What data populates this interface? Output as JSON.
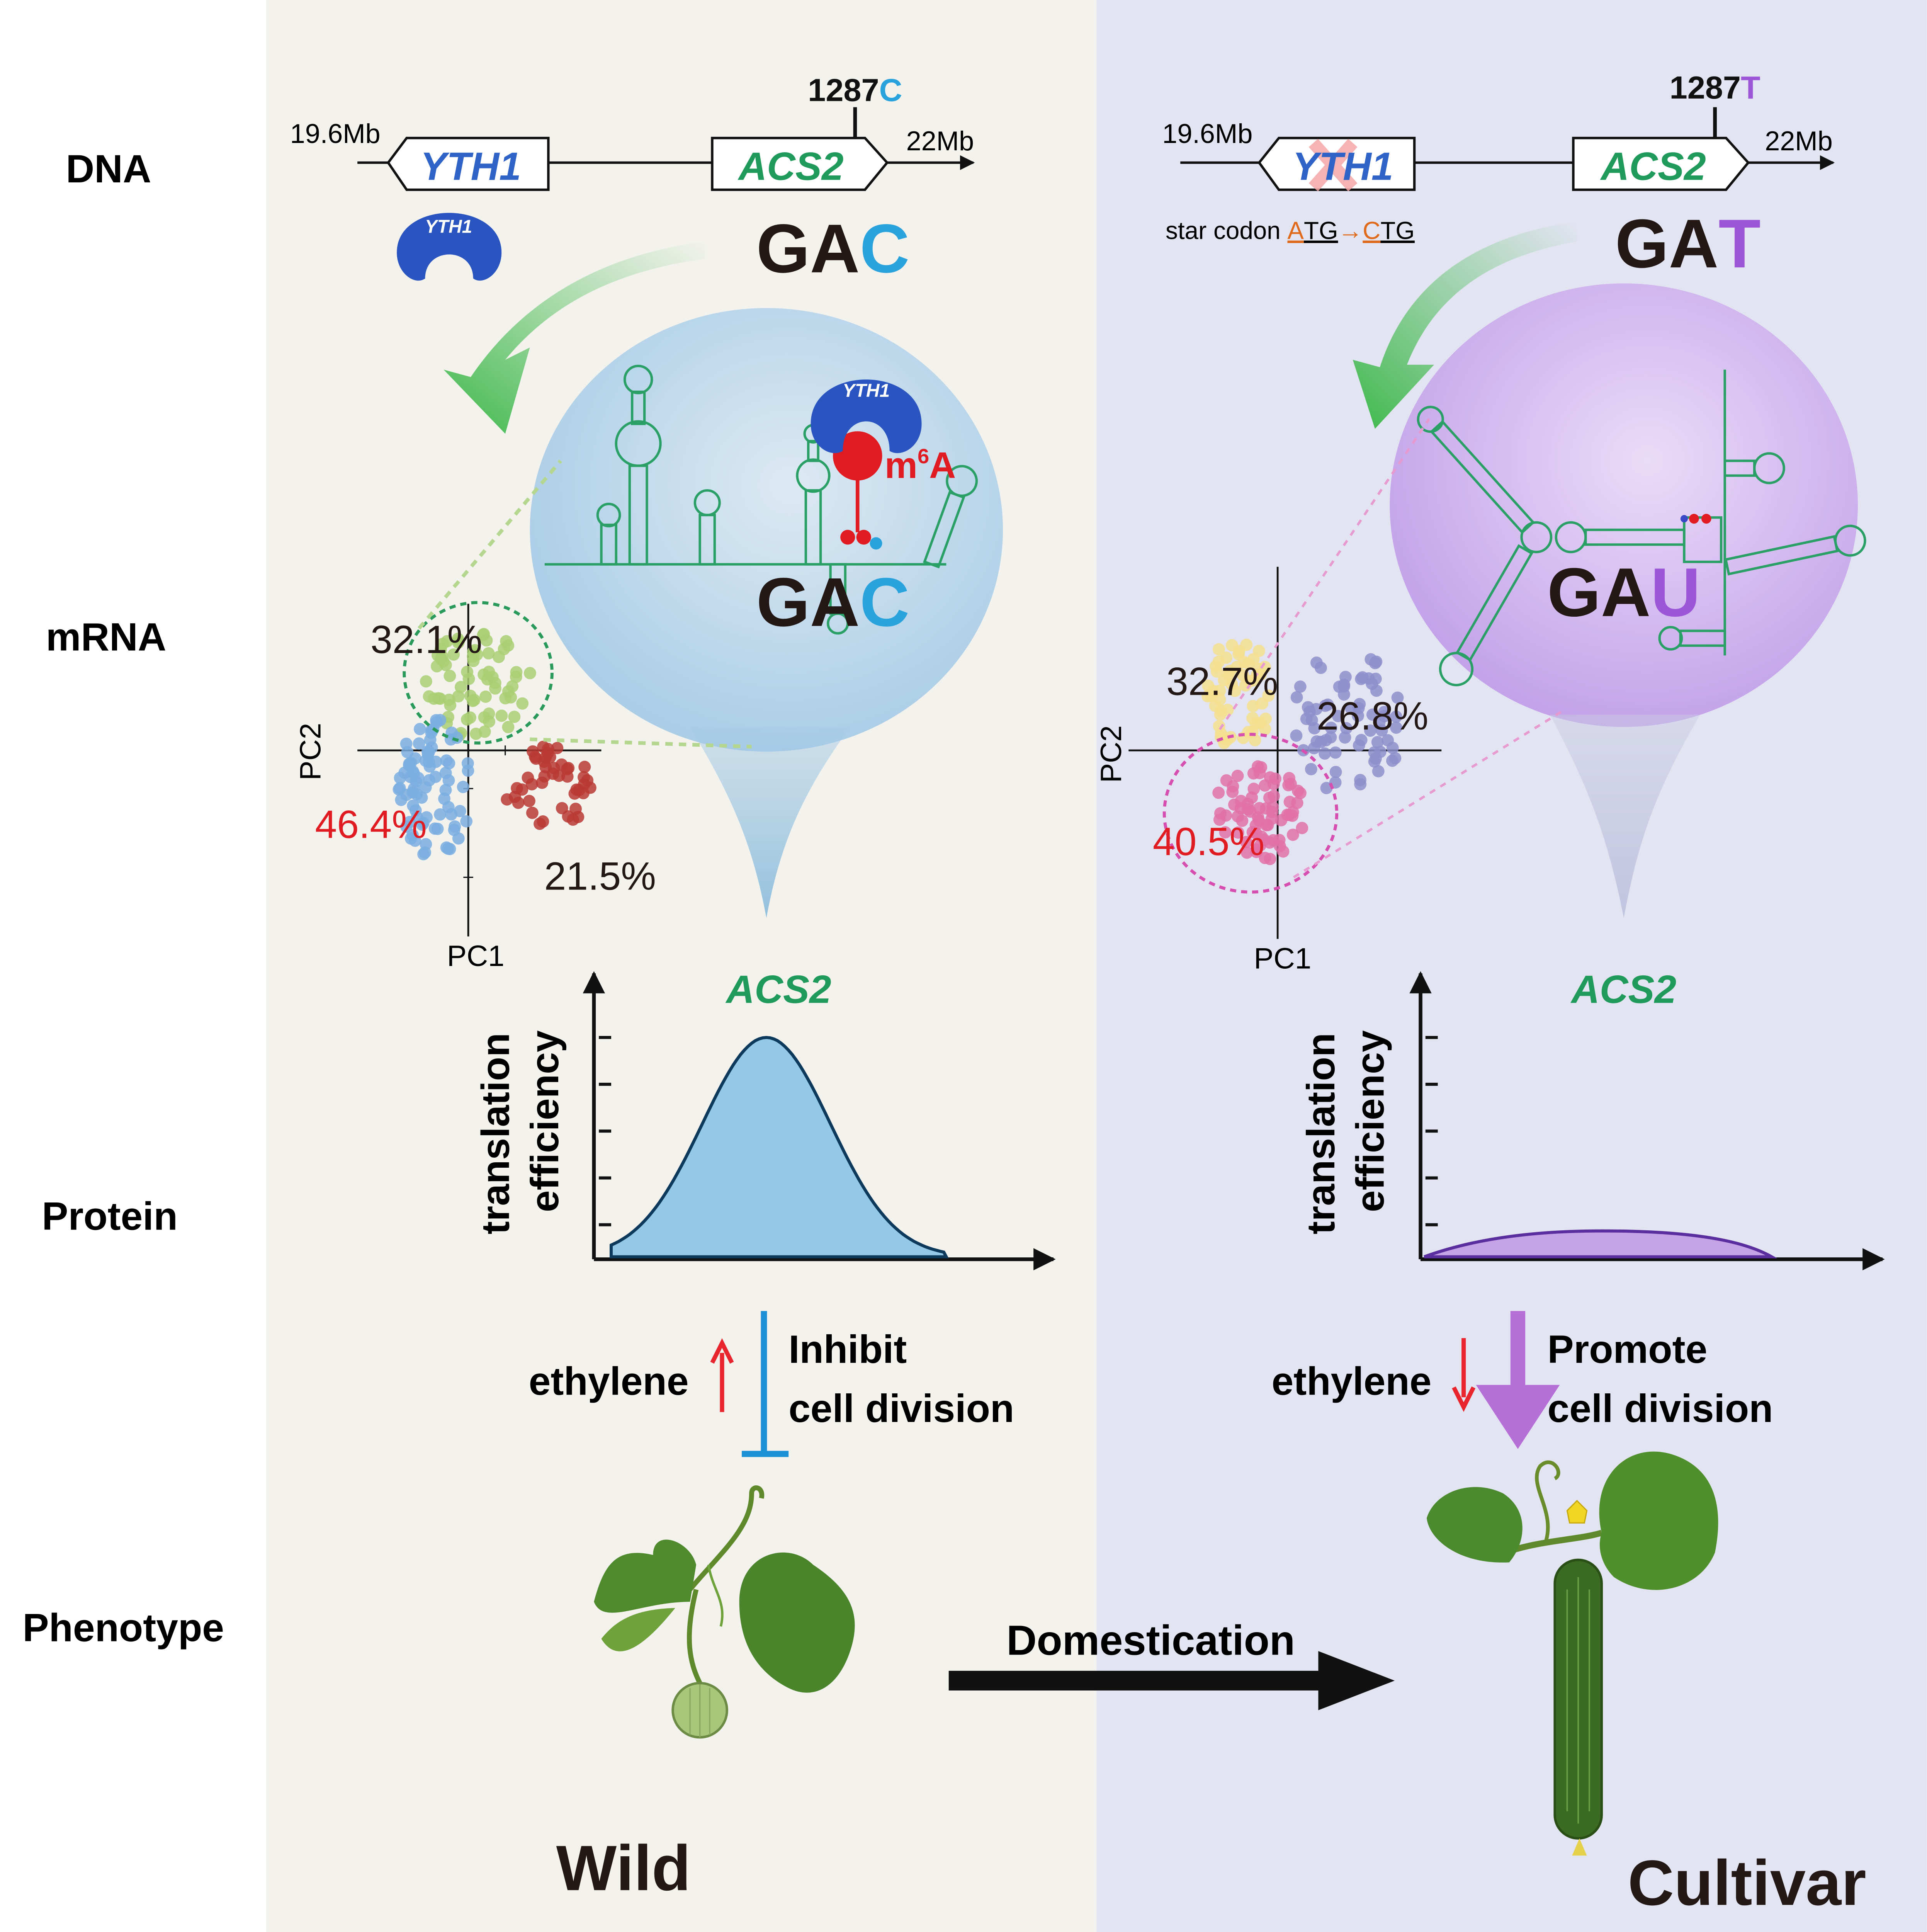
{
  "row_labels": {
    "dna": "DNA",
    "mrna": "mRNA",
    "protein": "Protein",
    "phenotype": "Phenotype"
  },
  "wild": {
    "locus_start": "19.6Mb",
    "locus_end": "22Mb",
    "gene_yth1": "YTH1",
    "gene_acs2": "ACS2",
    "snp_num": "1287",
    "snp_allele": "C",
    "codon_prefix": "GA",
    "codon_base": "C",
    "protein_label": "YTH1",
    "protein_label_rna": "YTH1",
    "m6a_m": "m",
    "m6a_sup": "6",
    "m6a_a": "A",
    "rna_codon_prefix": "GA",
    "rna_codon_base": "C",
    "pca_green": "32.1%",
    "pca_blue": "46.4%",
    "pca_red": "21.5%",
    "axis_pc1": "PC1",
    "axis_pc2": "PC2",
    "curve_title": "ACS2",
    "y_label_1": "translation",
    "y_label_2": "efficiency",
    "effect_1": "Inhibit",
    "effect_2": "cell division",
    "hormone": "ethylene",
    "title": "Wild"
  },
  "cultivar": {
    "locus_start": "19.6Mb",
    "locus_end": "22Mb",
    "gene_yth1": "YTH1",
    "gene_acs2": "ACS2",
    "snp_num": "1287",
    "snp_allele": "T",
    "codon_prefix": "GA",
    "codon_base": "T",
    "start_codon_text": "star codon",
    "codon_from_first": "A",
    "codon_from_rest": "TG",
    "arrow": "→",
    "codon_to_first": "C",
    "codon_to_rest": "TG",
    "rna_codon_prefix": "GA",
    "rna_codon_base": "U",
    "pca_yellow": "32.7%",
    "pca_purple": "26.8%",
    "pca_pink": "40.5%",
    "axis_pc1": "PC1",
    "axis_pc2": "PC2",
    "curve_title": "ACS2",
    "y_label_1": "translation",
    "y_label_2": "efficiency",
    "effect_1": "Promote",
    "effect_2": "cell division",
    "hormone": "ethylene",
    "title": "Cultivar"
  },
  "domestication": "Domestication",
  "colors": {
    "wild_bg": "#f3f2ed",
    "cultivar_bg": "#e4e5f2",
    "acs2_green": "#1f9a5a",
    "yth1_blue": "#2f63c8",
    "wild_blue": "#2aa3dc",
    "cultivar_purple": "#9b55d6",
    "m6a_red": "#e11b22",
    "pca_green": "#a9cf72",
    "pca_blue": "#7aaee0",
    "pca_red": "#b93a32",
    "pca_yellow": "#f5df8e",
    "pca_purple": "#8e8fcb",
    "pca_pink": "#e071a7"
  }
}
